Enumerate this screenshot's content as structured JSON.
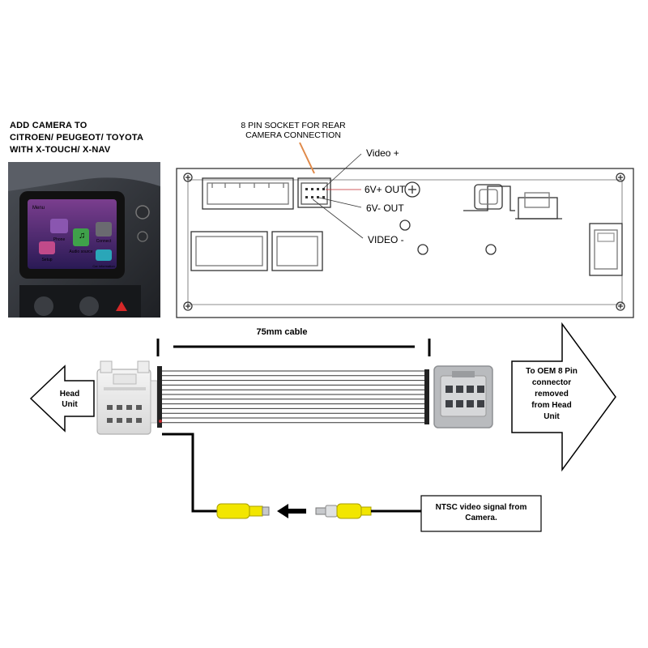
{
  "title": {
    "line1": "ADD CAMERA TO",
    "line2": "CITROEN/ PEUGEOT/ TOYOTA",
    "line3": "WITH X-TOUCH/ X-NAV"
  },
  "socket_label": {
    "line1": "8 PIN SOCKET FOR REAR",
    "line2": "CAMERA CONNECTION"
  },
  "pin_labels": {
    "video_plus": "Video +",
    "v6_plus": "6V+ OUT",
    "v6_minus": "6V- OUT",
    "video_minus": "VIDEO -"
  },
  "screen": {
    "top_label": "Menu",
    "tiles": [
      "Phone",
      "Connect",
      "Setup",
      "Audio source",
      "Car information"
    ]
  },
  "cable_label": "75mm cable",
  "head_unit_arrow": {
    "line1": "Head",
    "line2": "Unit"
  },
  "oem_arrow": {
    "line1": "To OEM 8 Pin",
    "line2": "connector",
    "line3": "removed",
    "line4": "from Head",
    "line5": "Unit"
  },
  "camera_box": {
    "line1": "NTSC  video signal from",
    "line2": "Camera."
  },
  "colors": {
    "socket_label": "#e08a4a",
    "v6_plus": "#c0272d",
    "rca_yellow": "#f2e600",
    "wire": "#000000"
  }
}
